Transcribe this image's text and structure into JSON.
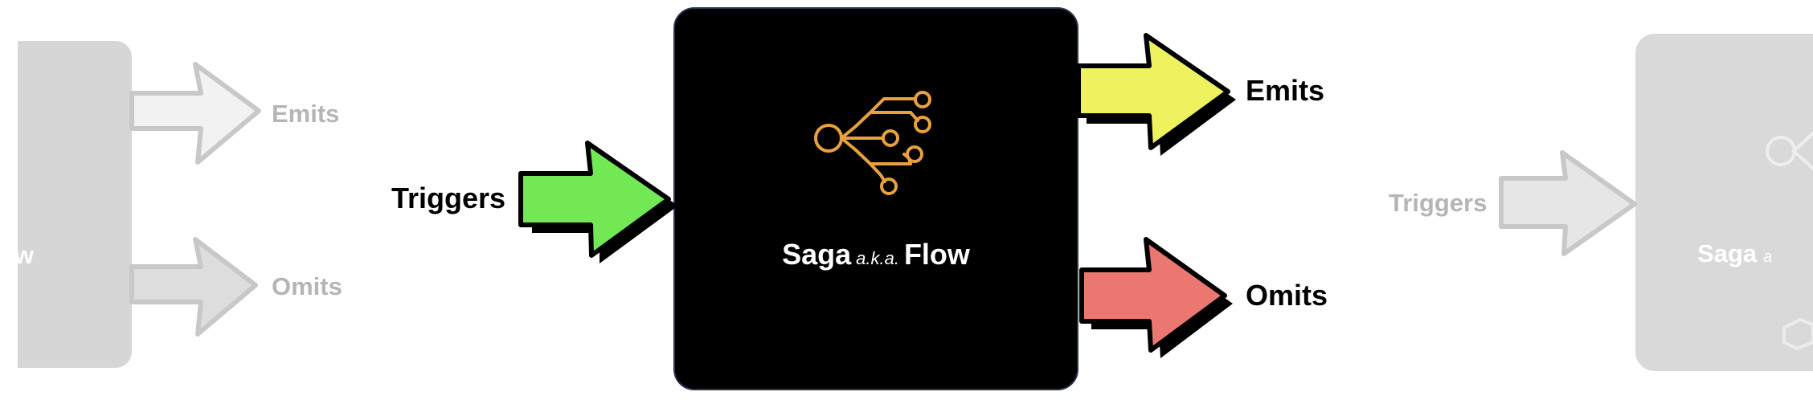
{
  "diagram": {
    "main": {
      "title_left": "Saga",
      "title_aka": "a.k.a.",
      "title_right": "Flow",
      "input_label": "Triggers",
      "output_top_label": "Emits",
      "output_bottom_label": "Omits",
      "icon": "branching-flow-icon"
    },
    "ghost_left": {
      "title_fragment": "w",
      "output_top_label": "Emits",
      "output_bottom_label": "Omits"
    },
    "ghost_right": {
      "title_fragment": "Saga",
      "title_aka_fragment": "a",
      "input_label": "Triggers",
      "icon": "branching-flow-icon"
    },
    "colors": {
      "triggers_arrow": "#72e855",
      "emits_arrow": "#eef25f",
      "omits_arrow": "#ea7870",
      "icon_stroke": "#e8a13e",
      "box": "#000000",
      "ghost": "#d6d6d6"
    }
  }
}
